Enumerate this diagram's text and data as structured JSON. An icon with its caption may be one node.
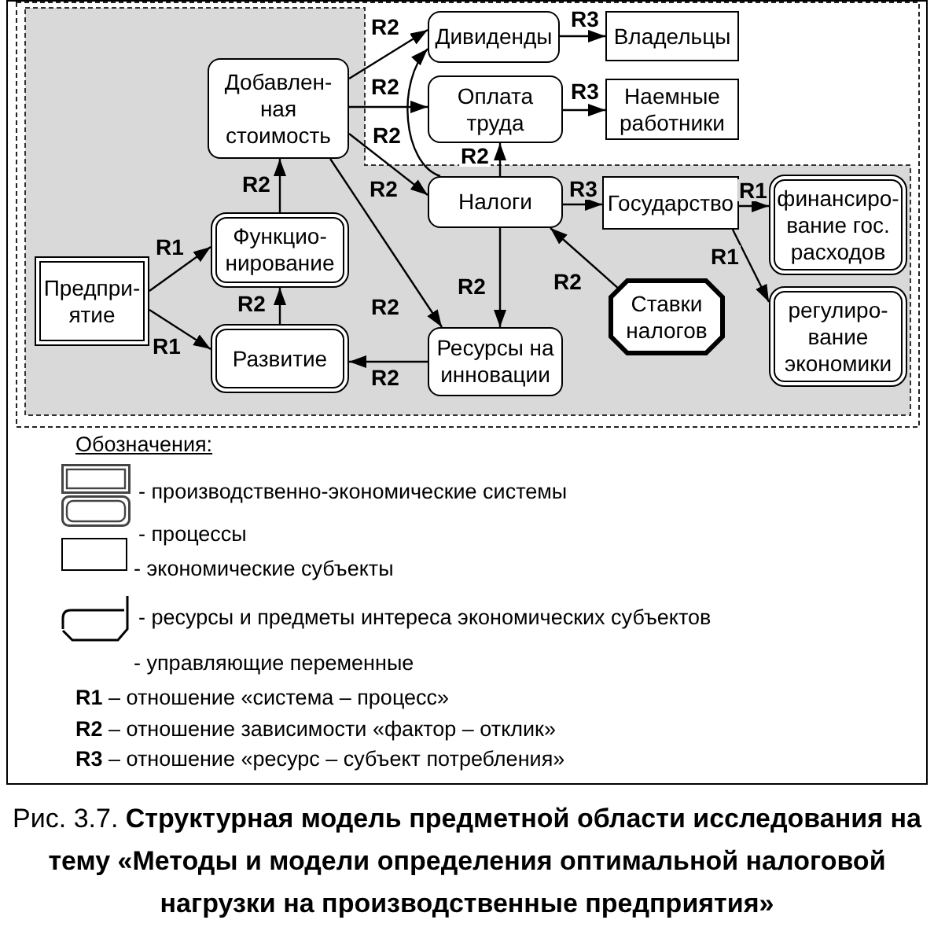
{
  "diagram": {
    "caption": "Рис. 3.7. **Структурная модель предметной области исследования на тему «Методы и модели определения оптимальной налоговой нагрузки на производственные предприятия»**",
    "nodes": [
      {
        "text": [
          "Дивиденды"
        ]
      },
      {
        "text": [
          "Владельцы"
        ]
      },
      {
        "text": [
          "Добавлен- ная стоимость"
        ]
      },
      {
        "text": [
          "Оплата труда"
        ]
      },
      {
        "text": [
          "Наемные работники"
        ]
      },
      {
        "text": [
          "Налоги"
        ]
      },
      {
        "text": [
          "Государство"
        ]
      },
      {
        "text": [
          "финансиро- вание гос. расходов"
        ]
      },
      {
        "text": [
          "Функцио- нирование"
        ]
      },
      {
        "text": [
          "Предпри- ятие"
        ]
      },
      {
        "text": [
          "Ставки налогов"
        ]
      },
      {
        "text": [
          "регулиро- вание экономики"
        ]
      },
      {
        "text": [
          "Развитие"
        ]
      },
      {
        "text": [
          "Ресурсы на инновации"
        ]
      }
    ],
    "edges": [
      {
        "from": 9,
        "to": 8,
        "arrow": "to",
        "label": "R1"
      },
      {
        "from": 9,
        "to": 12,
        "arrow": "to",
        "label": "R1"
      },
      {
        "from": 12,
        "to": 8,
        "arrow": "to",
        "label": "R2"
      },
      {
        "from": 8,
        "to": 2,
        "arrow": "to",
        "label": "R2"
      },
      {
        "from": 2,
        "to": 0,
        "arrow": "to",
        "label": "R2"
      },
      {
        "from": 2,
        "to": 3,
        "arrow": "to",
        "label": "R2"
      },
      {
        "from": 5,
        "to": 0,
        "arrow": "to",
        "label": "R2"
      },
      {
        "from": 2,
        "to": 5,
        "arrow": "to",
        "label": "R2"
      },
      {
        "from": 2,
        "to": 13,
        "arrow": "to",
        "label": "R2"
      },
      {
        "from": 5,
        "to": 3,
        "arrow": "to",
        "label": "R2"
      },
      {
        "from": 5,
        "to": 13,
        "arrow": "to",
        "label": "R2"
      },
      {
        "from": 13,
        "to": 12,
        "arrow": "to",
        "label": "R2"
      },
      {
        "from": 10,
        "to": 5,
        "arrow": "to",
        "label": "R2"
      },
      {
        "from": 5,
        "to": 6,
        "arrow": "to",
        "label": "R3"
      },
      {
        "from": 0,
        "to": 1,
        "arrow": "to",
        "label": "R3"
      },
      {
        "from": 3,
        "to": 4,
        "arrow": "to",
        "label": "R3"
      },
      {
        "from": 6,
        "to": 7,
        "arrow": "to",
        "label": "R1"
      },
      {
        "from": 6,
        "to": 11,
        "arrow": "to",
        "label": "R1"
      }
    ],
    "labels": [
      "Обозначения:",
      "**R1** – отношение «система – процесс»",
      "**R2** – отношение зависимости «фактор – отклик»",
      "**R3** – отношение «ресурс – субъект потребления»"
    ],
    "legend": [
      {
        "text": "- производственно-экономические системы"
      },
      {
        "text": "- процессы"
      },
      {
        "text": "- экономические субъекты"
      },
      {
        "text": "- ресурсы и предметы интереса экономических субъектов"
      },
      {
        "text": "- управляющие переменные"
      }
    ]
  }
}
